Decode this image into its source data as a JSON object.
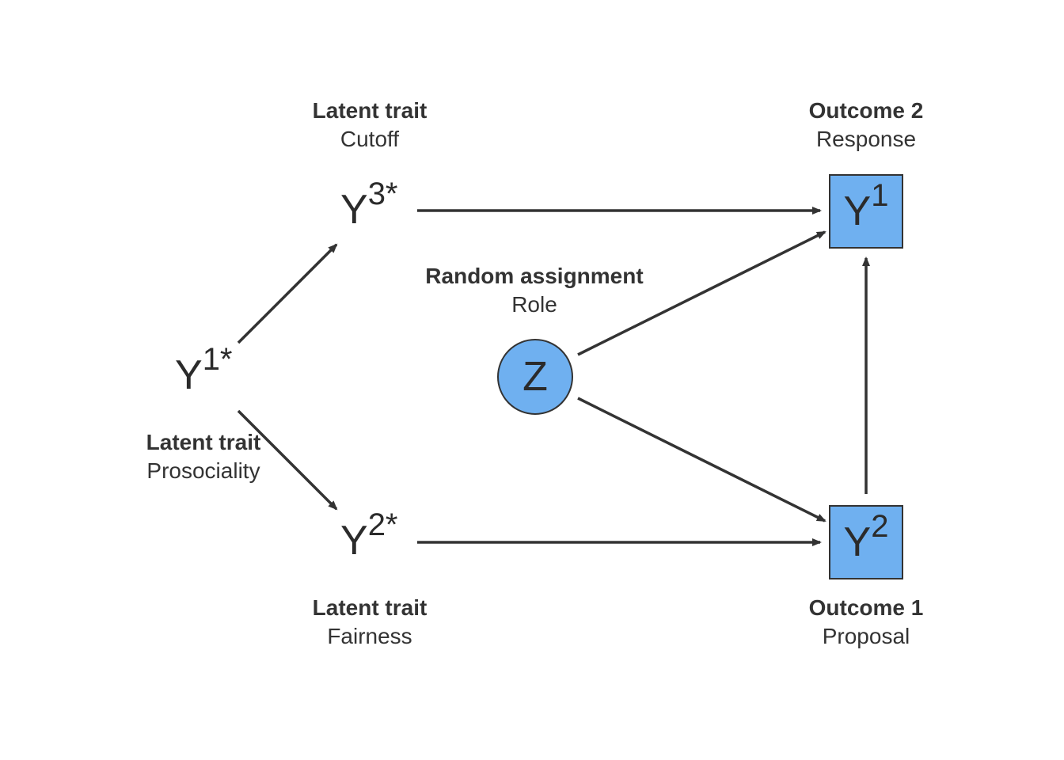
{
  "nodes": {
    "y3star": {
      "symbol": "Y",
      "sup": "3*",
      "title": "Latent trait",
      "subtitle": "Cutoff"
    },
    "y2star": {
      "symbol": "Y",
      "sup": "2*",
      "title": "Latent trait",
      "subtitle": "Fairness"
    },
    "y1star": {
      "symbol": "Y",
      "sup": "1*",
      "title": "Latent trait",
      "subtitle": "Prosociality"
    },
    "z": {
      "symbol": "Z",
      "title": "Random assignment",
      "subtitle": "Role"
    },
    "y1": {
      "symbol": "Y",
      "sup": "1",
      "title": "Outcome 2",
      "subtitle": "Response"
    },
    "y2": {
      "symbol": "Y",
      "sup": "2",
      "title": "Outcome 1",
      "subtitle": "Proposal"
    }
  },
  "colors": {
    "node_fill": "#6fb0f0",
    "stroke": "#333333",
    "text": "#333333"
  },
  "edges": [
    {
      "from": "y1star",
      "to": "y3star"
    },
    {
      "from": "y1star",
      "to": "y2star"
    },
    {
      "from": "y3star",
      "to": "y1"
    },
    {
      "from": "y2star",
      "to": "y2"
    },
    {
      "from": "z",
      "to": "y1"
    },
    {
      "from": "z",
      "to": "y2"
    },
    {
      "from": "y2",
      "to": "y1"
    }
  ]
}
